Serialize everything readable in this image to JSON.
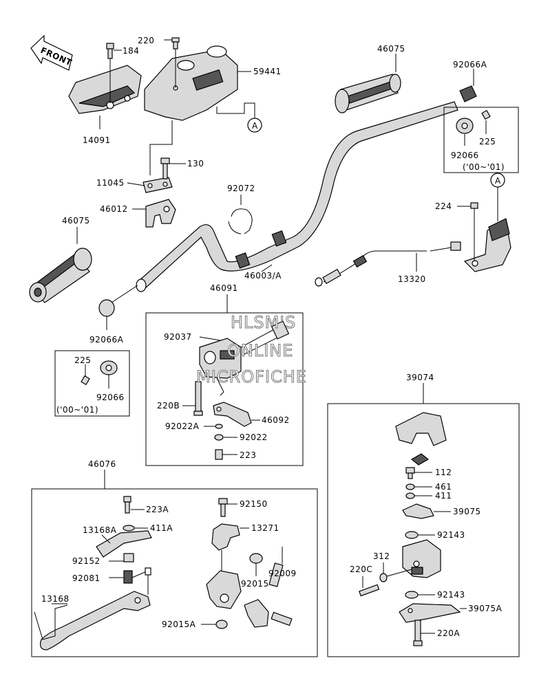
{
  "front_label": "FRONT",
  "watermark": [
    "HLSM'S",
    "ONLINE",
    "MICROFICHE"
  ],
  "callouts": {
    "a": "A"
  },
  "parts": {
    "p220": "220",
    "p184": "184",
    "p59441": "59441",
    "p14091": "14091",
    "p46075_top": "46075",
    "p92066a_top": "92066A",
    "p225_top": "225",
    "p92066_top": "92066",
    "year_top": "('00~'01)",
    "p130": "130",
    "p11045": "11045",
    "p46012": "46012",
    "p92072": "92072",
    "p46075_left": "46075",
    "p224": "224",
    "p46003a": "46003/A",
    "p13320": "13320",
    "p92066a_left": "92066A",
    "p46091": "46091",
    "p92037": "92037",
    "p225_left": "225",
    "p92066_left": "92066",
    "year_left": "('00~'01)",
    "p220b": "220B",
    "p46092": "46092",
    "p92022a": "92022A",
    "p92022": "92022",
    "p223": "223",
    "p39074": "39074",
    "p112": "112",
    "p461": "461",
    "p411": "411",
    "p39075": "39075",
    "p92143_a": "92143",
    "p312": "312",
    "p220c": "220C",
    "p92143_b": "92143",
    "p39075a": "39075A",
    "p220a": "220A",
    "p46076": "46076",
    "p223a": "223A",
    "p13168a": "13168A",
    "p411a": "411A",
    "p92152": "92152",
    "p92081": "92081",
    "p13168": "13168",
    "p92150": "92150",
    "p13271": "13271",
    "p92009": "92009",
    "p92015": "92015",
    "p92015a": "92015A"
  }
}
